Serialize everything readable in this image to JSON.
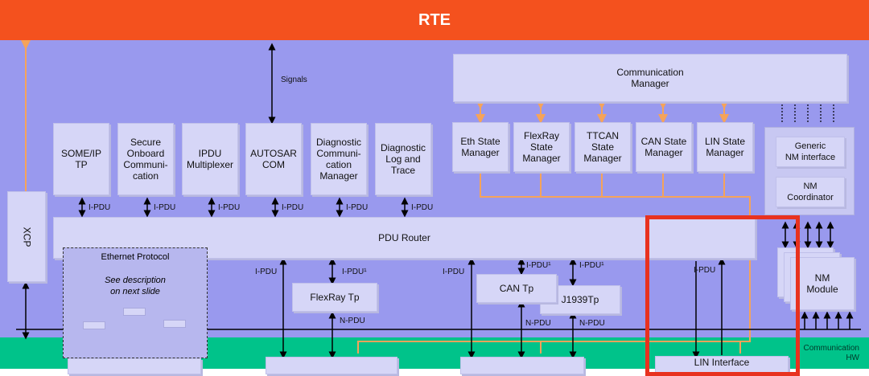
{
  "rte": "RTE",
  "signals": "Signals",
  "comm_manager": "Communication\nManager",
  "modules": [
    "SOME/IP\nTP",
    "Secure\nOnboard\nCommuni-\ncation",
    "IPDU\nMultiplexer",
    "AUTOSAR\nCOM",
    "Diagnostic\nCommuni-\ncation\nManager",
    "Diagnostic\nLog and\nTrace"
  ],
  "state_managers": [
    "Eth State\nManager",
    "FlexRay\nState\nManager",
    "TTCAN\nState\nManager",
    "CAN State\nManager",
    "LIN State\nManager"
  ],
  "generic_nm": "Generic\nNM interface",
  "nm_coordinator": "NM\nCoordinator",
  "nm_module": "NM\nModule",
  "xcp": "XCP",
  "pdu_router": "PDU Router",
  "ipdu": "I-PDU",
  "ipdu_sup": "I-PDU¹",
  "npdu": "N-PDU",
  "ethernet_protocol": "Ethernet Protocol",
  "ethernet_desc": "See description\non next slide",
  "flexray_tp": "FlexRay Tp",
  "can_tp": "CAN Tp",
  "j1939tp": "J1939Tp",
  "comm_hw": "Communication\nHW",
  "lin_interface": "LIN Interface",
  "colors": {
    "rte": "#f4511e",
    "services": "#9999ee",
    "hw": "#00c38a",
    "highlight": "#e8321f",
    "orange_line": "#f5a35a"
  }
}
